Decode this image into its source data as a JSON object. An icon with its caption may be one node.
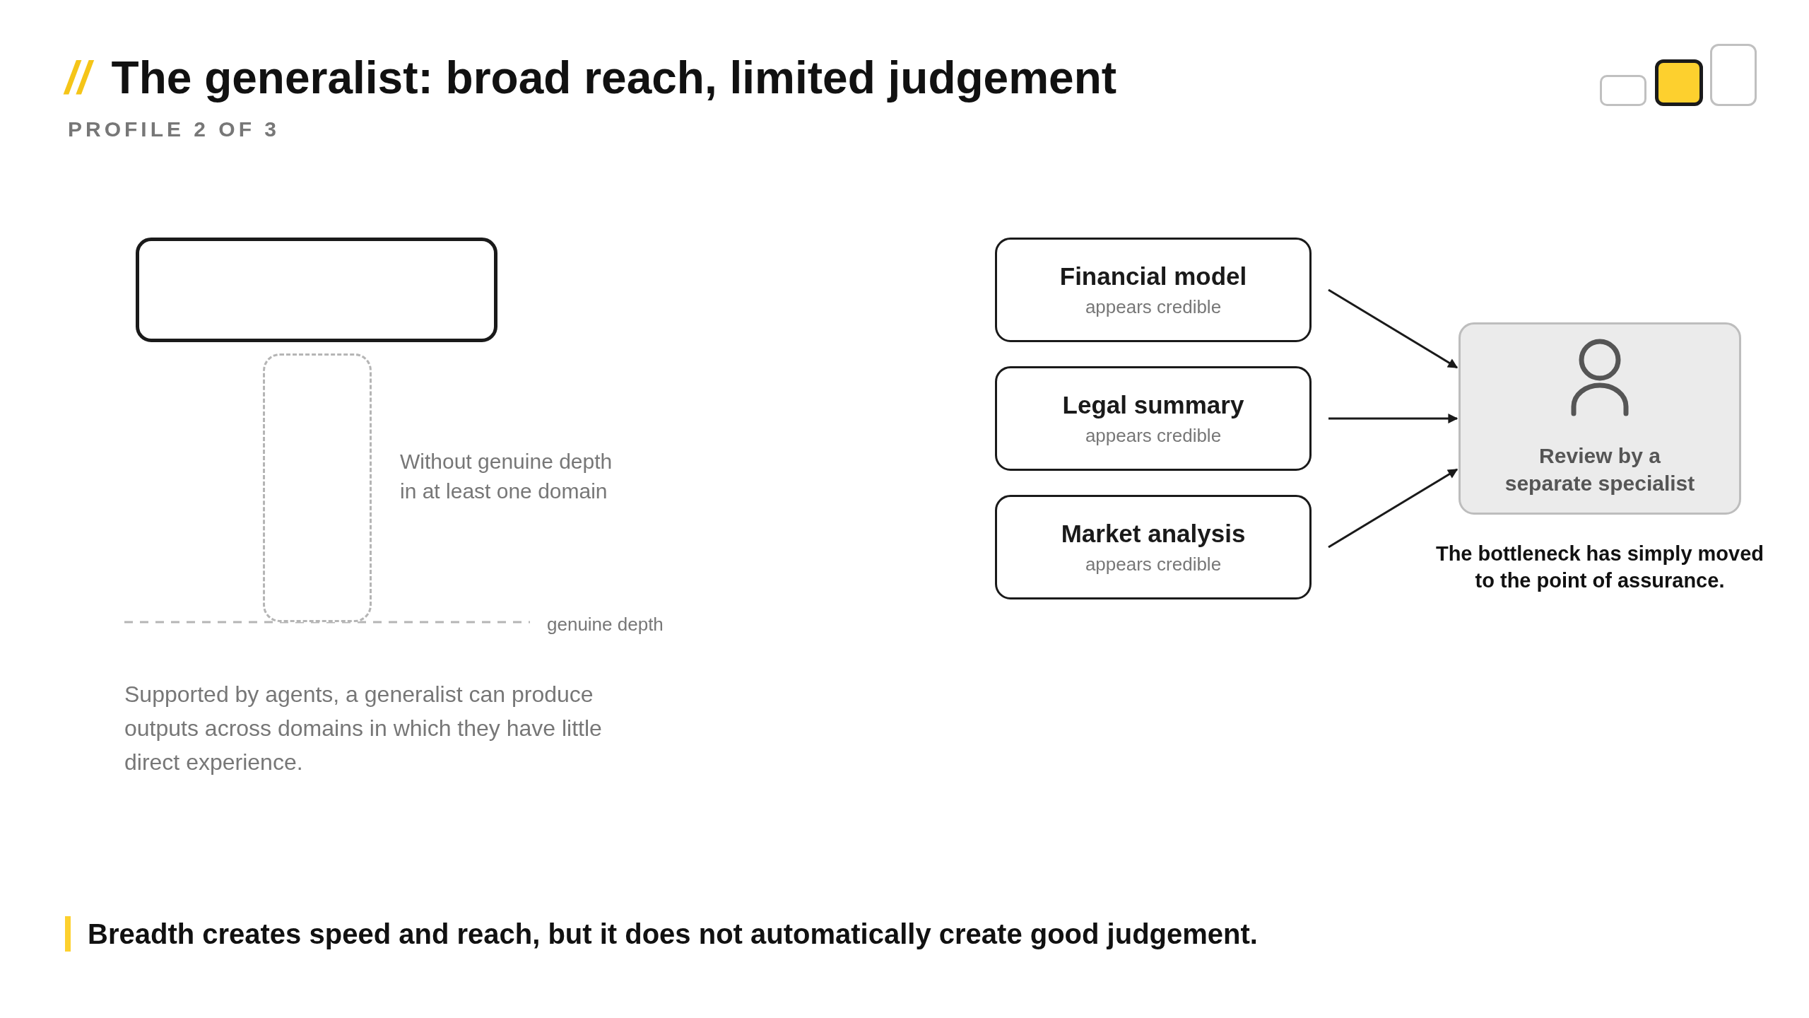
{
  "diagram": {
    "title": "The generalist: broad reach, limited judgement",
    "nodes": [
      {
        "text": [],
        "shape": "box"
      },
      {
        "text": [],
        "shape": "box"
      },
      {
        "text": [
          "Financial model",
          "appears credible"
        ]
      },
      {
        "text": [
          "Legal summary",
          "appears credible"
        ]
      },
      {
        "text": [
          "Market analysis",
          "appears credible"
        ]
      },
      {
        "text": [
          "Review by a separate specialist"
        ],
        "beside": [
          "The bottleneck has simply moved to the point of assurance."
        ]
      }
    ],
    "edges": [
      {
        "from": 2,
        "to": 5,
        "arrow": "to"
      },
      {
        "from": 3,
        "to": 5,
        "arrow": "to"
      },
      {
        "from": 4,
        "to": 5,
        "arrow": "to"
      }
    ],
    "labels": [
      "//",
      "PROFILE 2 OF 3",
      "Without genuine depth in at least one domain",
      "genuine depth",
      "Supported by agents, a generalist can produce outputs across domains in which they have little direct experience.",
      "Breadth creates speed and reach, but it does not automatically create good judgement."
    ]
  }
}
